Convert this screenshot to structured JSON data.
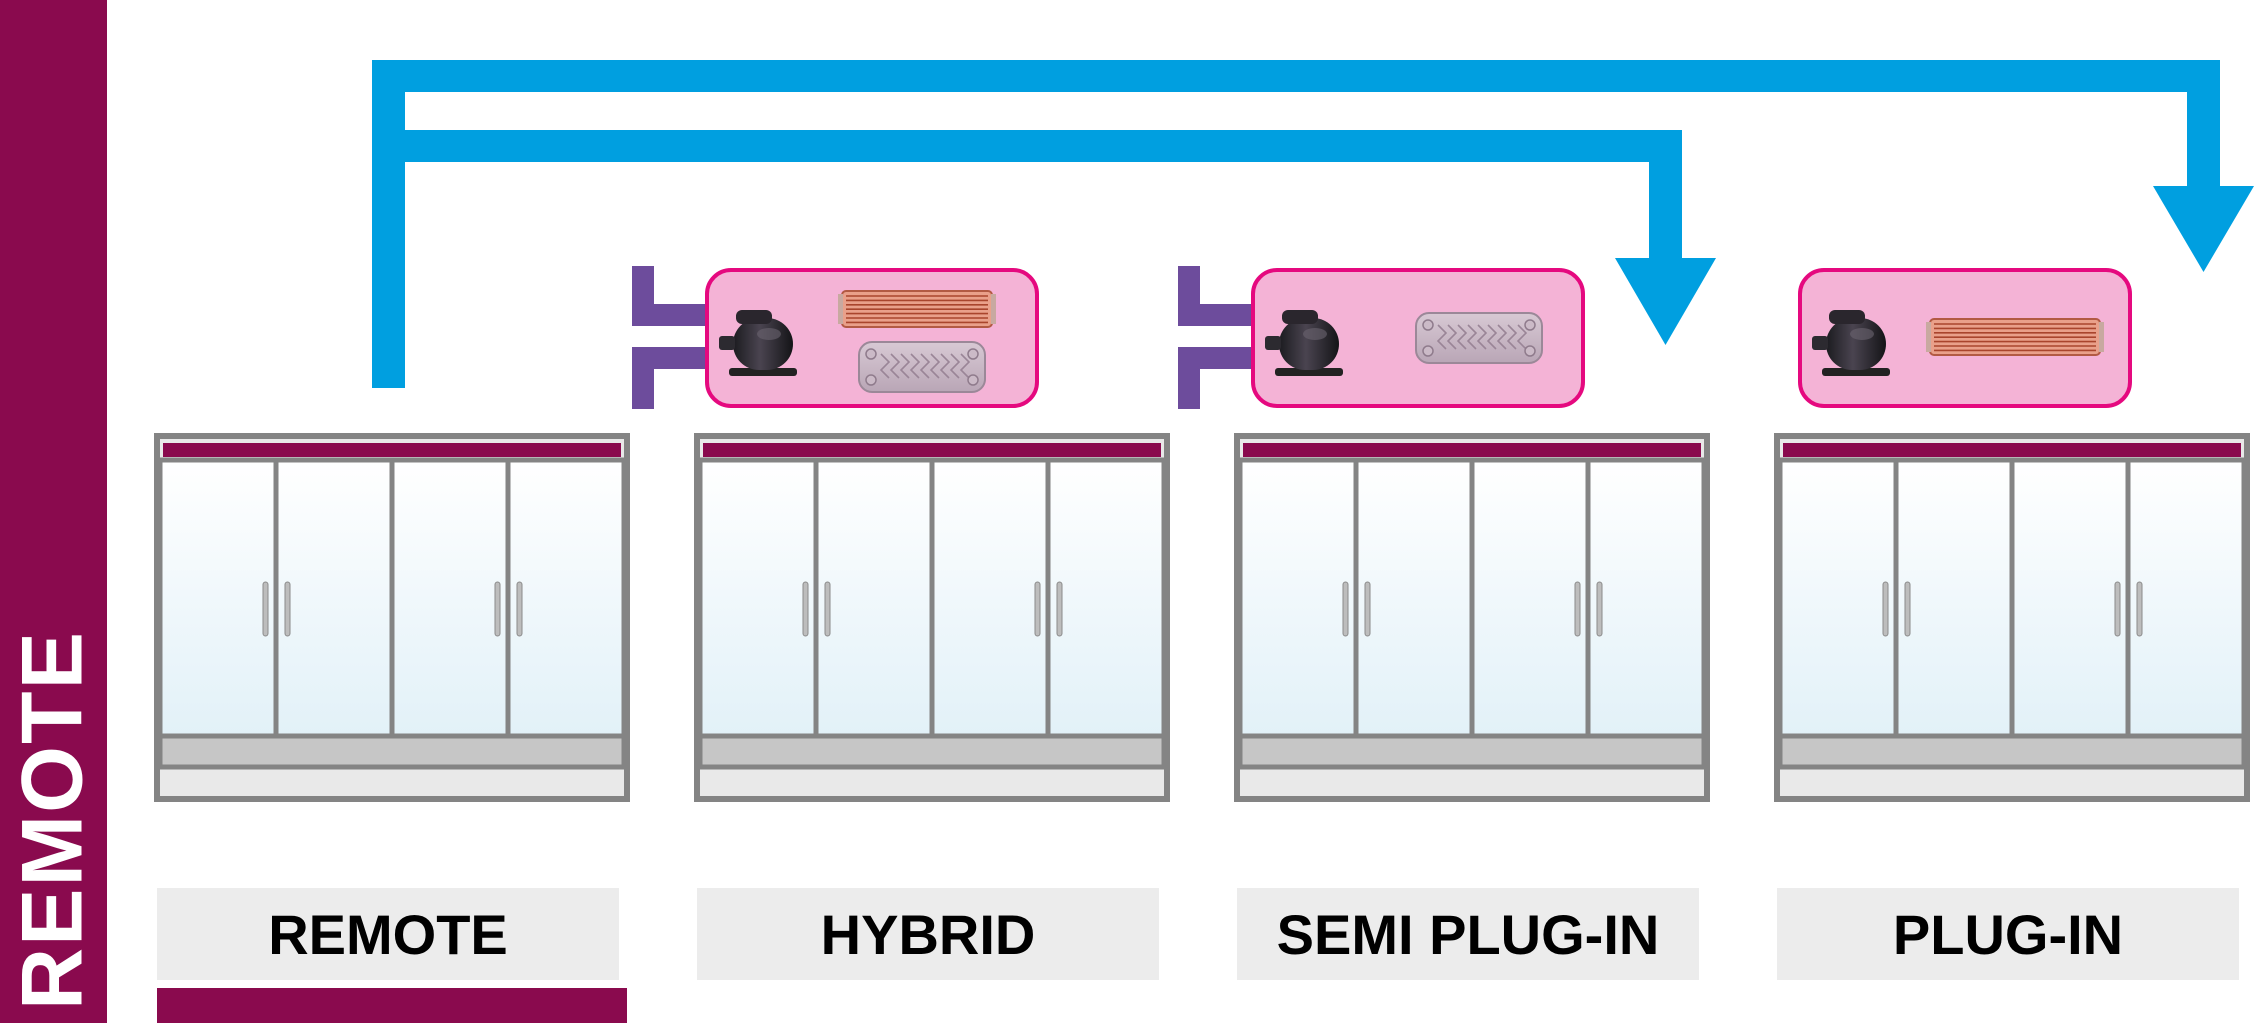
{
  "side_title": "REMOTE",
  "systems": [
    {
      "label": "REMOTE",
      "compressor": false,
      "condenser": false,
      "plate_exchanger": false,
      "connector": false
    },
    {
      "label": "HYBRID",
      "compressor": true,
      "condenser": true,
      "plate_exchanger": true,
      "connector": true
    },
    {
      "label": "SEMI PLUG-IN",
      "compressor": true,
      "condenser": false,
      "plate_exchanger": true,
      "connector": true
    },
    {
      "label": "PLUG-IN",
      "compressor": true,
      "condenser": true,
      "plate_exchanger": false,
      "connector": false
    }
  ],
  "selected_system": 0,
  "colors": {
    "accent": "#8a0a4e",
    "arrow": "#009fe0",
    "unit_fill": "#f4b3d6",
    "unit_border": "#e5097f",
    "connector": "#6d4c9c",
    "frame": "#848484",
    "glass_top": "#ffffff",
    "glass_bottom": "#e2f1f8",
    "base": "#c6c6c6",
    "label_bg": "#ececec"
  },
  "icons": {
    "compressor": "compressor-icon",
    "condenser": "condenser-coil-icon",
    "plate_exchanger": "plate-heat-exchanger-icon",
    "connector": "pipe-connector-icon",
    "door_handle": "door-handle-icon"
  }
}
